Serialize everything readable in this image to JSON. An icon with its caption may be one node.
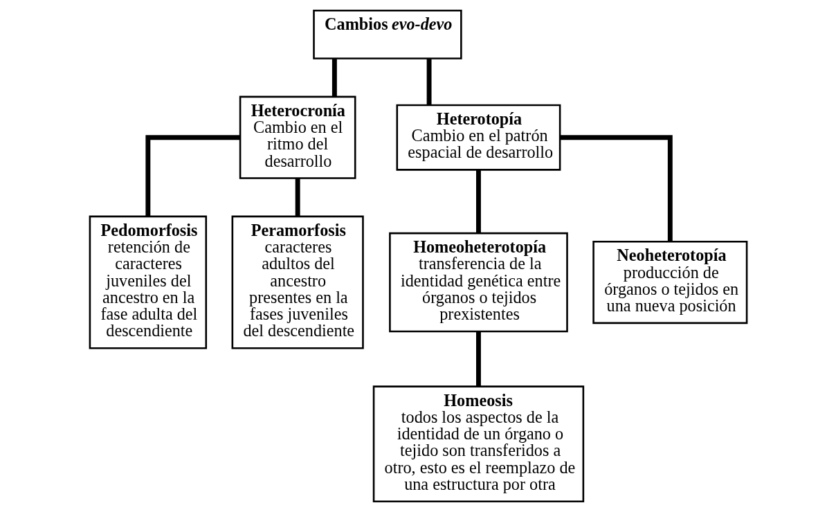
{
  "diagram": {
    "nodes": [
      {
        "text": [
          "Cambios *evo-devo*"
        ]
      },
      {
        "text": [
          "Heterocronía",
          "Cambio en el ritmo del desarrollo"
        ]
      },
      {
        "text": [
          "Heterotopía",
          "Cambio en el patrón espacial de desarrollo"
        ]
      },
      {
        "text": [
          "Pedomorfosis",
          "retención de caracteres juveniles del ancestro en la fase adulta del descendiente"
        ]
      },
      {
        "text": [
          "Peramorfosis",
          "caracteres adultos del ancestro presentes en la fases juveniles del descendiente"
        ]
      },
      {
        "text": [
          "Homeoheterotopía",
          "transferencia de la identidad genética entre órganos o tejidos prexistentes"
        ]
      },
      {
        "text": [
          "Neoheterotopía",
          "producción de órganos o tejidos en una nueva posición"
        ]
      },
      {
        "text": [
          "Homeosis",
          "todos los aspectos de la identidad de un órgano o tejido son transferidos a otro, esto es el reemplazo de una estructura por otra"
        ]
      }
    ],
    "edges": [
      {
        "from": 0,
        "to": 1,
        "arrow": "none"
      },
      {
        "from": 0,
        "to": 2,
        "arrow": "none"
      },
      {
        "from": 1,
        "to": 3,
        "arrow": "none"
      },
      {
        "from": 1,
        "to": 4,
        "arrow": "none"
      },
      {
        "from": 2,
        "to": 5,
        "arrow": "none"
      },
      {
        "from": 2,
        "to": 6,
        "arrow": "none"
      },
      {
        "from": 5,
        "to": 7,
        "arrow": "none"
      }
    ]
  }
}
